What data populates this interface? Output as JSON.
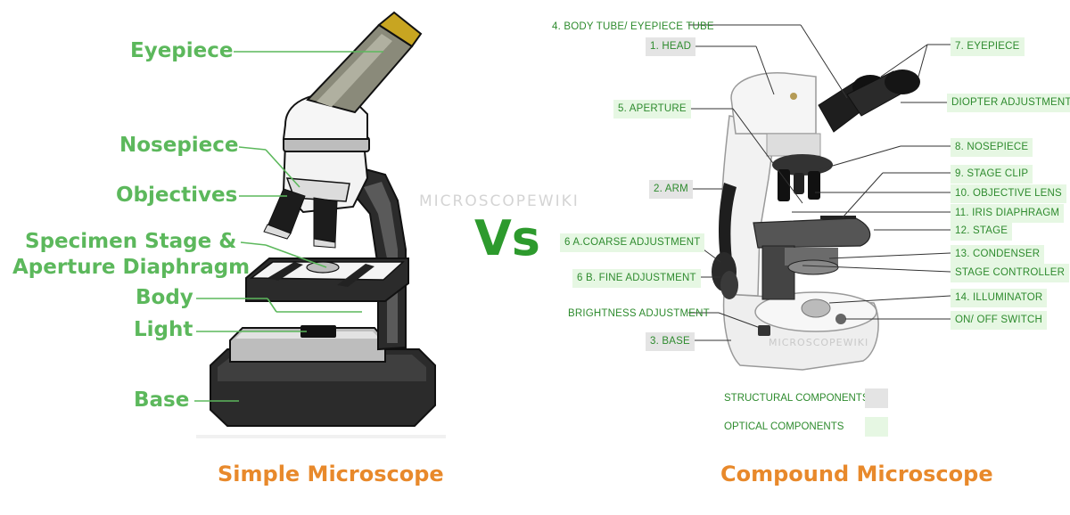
{
  "simple": {
    "title": "Simple Microscope",
    "labels": {
      "eyepiece": "Eyepiece",
      "nosepiece": "Nosepiece",
      "objectives": "Objectives",
      "stage_line1": "Specimen Stage &",
      "stage_line2": "Aperture Diaphragm",
      "body": "Body",
      "light": "Light",
      "base": "Base"
    }
  },
  "vs": "Vs",
  "watermark": "MICROSCOPEWIKI",
  "base_logo": "MICROSCOPEWIKI",
  "compound": {
    "title": "Compound Microscope",
    "labels": {
      "body_tube": "4. BODY TUBE/ EYEPIECE TUBE",
      "head": "1. HEAD",
      "eyepiece": "7. EYEPIECE",
      "diopter": "DIOPTER ADJUSTMENT",
      "aperture": "5. APERTURE",
      "nosepiece": "8. NOSEPIECE",
      "stage_clip": "9. STAGE CLIP",
      "arm": "2. ARM",
      "objective_lens": "10. OBJECTIVE LENS",
      "iris": "11. IRIS DIAPHRAGM",
      "stage": "12. STAGE",
      "coarse": "6 A.COARSE ADJUSTMENT",
      "condenser": "13. CONDENSER",
      "fine": "6 B. FINE ADJUSTMENT",
      "stage_controller": "STAGE CONTROLLER",
      "illuminator": "14. ILLUMINATOR",
      "brightness": "BRIGHTNESS ADJUSTMENT",
      "onoff": "ON/ OFF SWITCH",
      "base": "3. BASE"
    },
    "legend": {
      "structural": "STRUCTURAL COMPONENTS",
      "optical": "OPTICAL COMPONENTS",
      "structural_color": "#e4e4e4",
      "optical_color": "#e6f7e3"
    }
  }
}
